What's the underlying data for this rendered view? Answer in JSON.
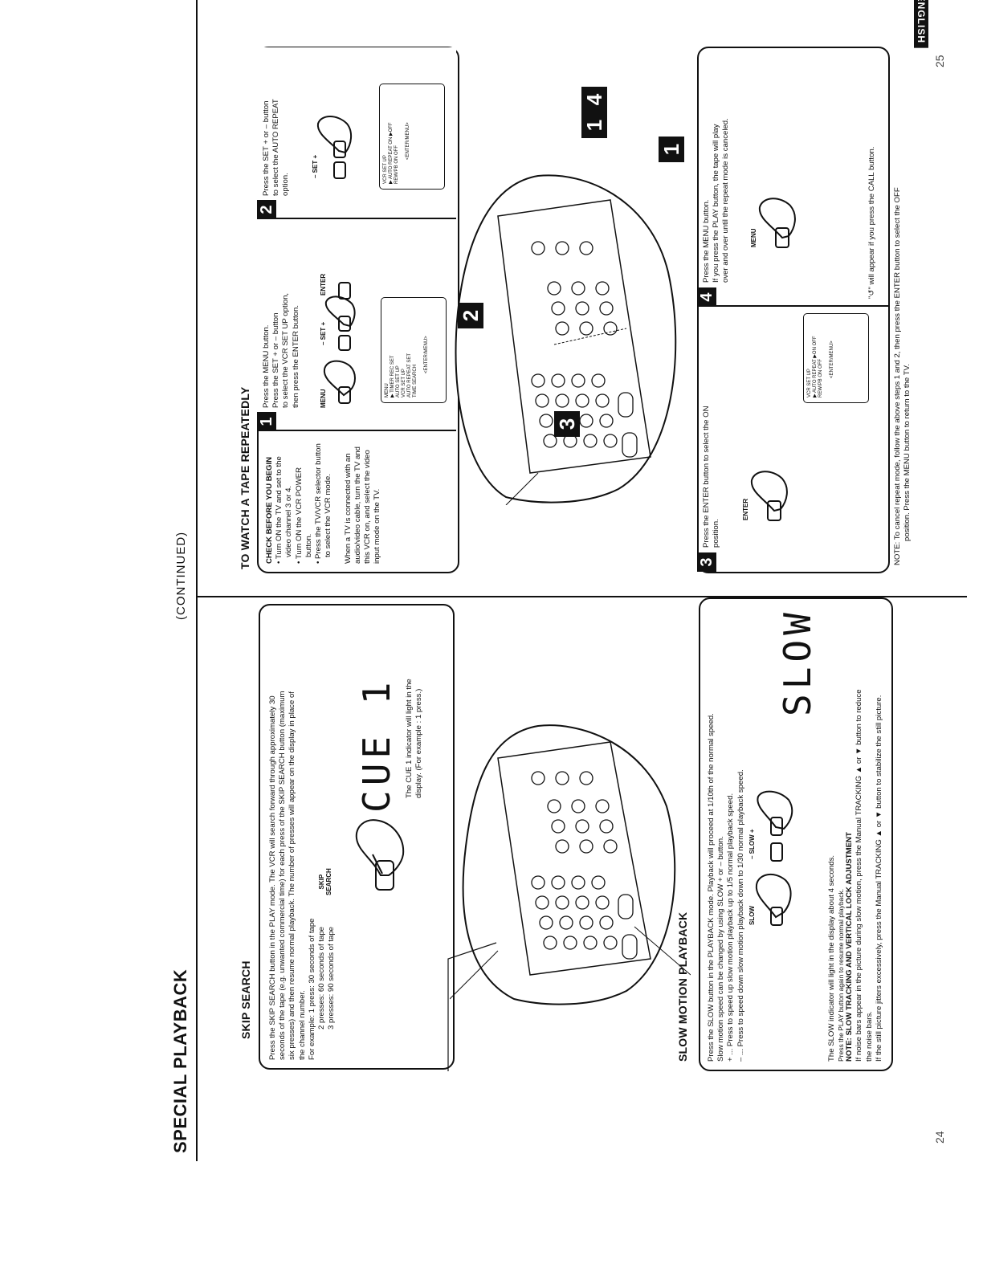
{
  "page": {
    "title": "SPECIAL PLAYBACK",
    "continued": "(CONTINUED)",
    "english_tab": "ENGLISH",
    "page_left": "24",
    "page_right": "25"
  },
  "skip_search": {
    "heading": "SKIP SEARCH",
    "lines": [
      "Press the SKIP SEARCH button in the PLAY mode. The VCR will search forward through approximately 30",
      "seconds of the tape (e.g. unwanted commercial time) for each press of the SKIP SEARCH button (maximum",
      "six presses) and then resume normal playback. The number of presses will appear on the display in place of",
      "the channel number."
    ],
    "example_lines": [
      "For example: 1 press: 30 seconds of tape",
      "2 presses: 60 seconds of tape",
      "3 presses: 90 seconds of tape"
    ],
    "button_label": "SKIP\nSEARCH",
    "display": "CUE 1",
    "cue_note": [
      "The CUE 1 indicator will light in the",
      "display. (For example : 1 press.)"
    ]
  },
  "slow_motion": {
    "heading": "SLOW MOTION PLAYBACK",
    "lines": [
      "Press the SLOW button in the PLAYBACK mode. Playback will proceed at 1/10th of the normal speed.",
      "Slow motion speed can be changed by using SLOW + or – button.",
      "+ ... Press to speed up slow motion playback up to 1/5 normal playback speed.",
      "– ... Press to speed down slow motion playback down to 1/30 normal playback speed."
    ],
    "button_slow": "SLOW",
    "button_slow_pm": "– SLOW +",
    "display": "SLOW",
    "note_lines": [
      "The SLOW indicator will light in the display about 4 seconds.",
      "Press the PLAY button again to resume normal playback.",
      "NOTE: SLOW TRACKING AND VERTICAL LOCK ADJUSTMENT",
      "If noise bars appear in the picture during slow motion, press the Manual TRACKING ▲ or ▼ button to reduce",
      "the noise bars.",
      "If the still picture jitters excessively, press the Manual TRACKING ▲ or ▼ button to stabilize the still picture."
    ]
  },
  "repeat": {
    "heading": "TO WATCH A TAPE REPEATEDLY",
    "check_title": "CHECK BEFORE YOU BEGIN",
    "check_lines": [
      "• Turn ON the TV and set to the",
      "video channel 3 or 4.",
      "• Turn ON the VCR POWER",
      "button.",
      "• Press the TV/VCR selector button",
      "to select the VCR mode.",
      "",
      "When a TV is connected with an",
      "audio/video cable, turn the TV and",
      "this VCR on, and select the video",
      "input mode on the TV."
    ],
    "step1_lines": [
      "Press the MENU button.",
      "Press the SET + or – button",
      "to select the VCR SET UP option,",
      "then press the ENTER button."
    ],
    "step2_lines": [
      "Press the SET + or – button",
      "to select the AUTO REPEAT",
      "option."
    ],
    "step3_lines": [
      "Press the ENTER button to select the ON",
      "position."
    ],
    "step4_lines": [
      "Press the MENU button.",
      "If you press the PLAY button, the tape will play",
      "over and over until the repeat mode is canceled."
    ],
    "call_note": "\"↺\" will appear if you press the CALL button.",
    "note_lines": [
      "NOTE: To cancel repeat mode, follow the above steps 1 and 2, then press the ENTER button to select the OFF",
      "position. Press the MENU button to return to the TV."
    ],
    "labels": {
      "menu": "MENU",
      "set": "– SET +",
      "enter": "ENTER"
    },
    "screen1": [
      "MENU",
      "▶ TIMER REC SET",
      "  AUTO SET UP",
      "  VCR SET UP",
      "  AUTO REPEAT SET",
      "  TIME SEARCH",
      "",
      "<ENTER/MENU>"
    ],
    "screen2": [
      "VCR SET UP",
      "▶ AUTO REPEAT  ON ▶OFF",
      "  REW/PB  ON  OFF",
      "",
      "<ENTER/MENU>"
    ],
    "screen3": [
      "VCR SET UP",
      "▶ AUTO REPEAT ▶ON  OFF",
      "  REW/PB  ON  OFF",
      "",
      "<ENTER/MENU>"
    ],
    "callouts": [
      "1",
      "2",
      "3",
      "4",
      "1"
    ]
  }
}
